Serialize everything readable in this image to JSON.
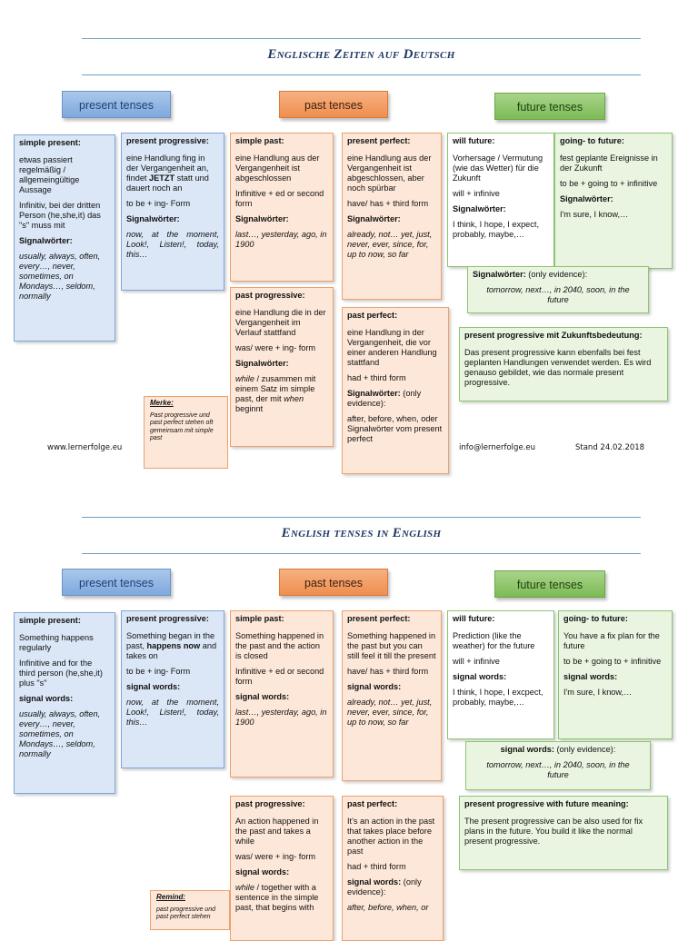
{
  "german": {
    "title": "Englische Zeiten auf Deutsch",
    "headers": {
      "present": "present tenses",
      "past": "past tenses",
      "future": "future tenses"
    },
    "simple_present": {
      "title": "simple present:",
      "desc": "etwas passiert regelmäßig / allgemeingültige Aussage",
      "form": "Infinitiv, bei der dritten Person (he,she,it) das \"s\" muss mit",
      "signal_label": "Signalwörter:",
      "signal": "usually, always, often, every…, never, sometimes, on Mondays…, seldom, normally"
    },
    "present_progressive": {
      "title": "present progressive:",
      "desc_a": "eine Handlung fing in der Vergangenheit an, findet ",
      "desc_em": "JETZT",
      "desc_b": " statt und dauert noch an",
      "form": "to be + ing- Form",
      "signal_label": "Signalwörter:",
      "signal": "now, at the moment, Look!, Listen!, today, this…"
    },
    "simple_past": {
      "title": "simple past:",
      "desc": "eine Handlung aus der Vergangenheit ist abgeschlossen",
      "form": "Infinitive + ed or second form",
      "signal_label": "Signalwörter:",
      "signal": "last…, yesterday, ago, in 1900"
    },
    "present_perfect": {
      "title": "present perfect:",
      "desc": "eine Handlung aus der Vergangenheit ist abgeschlossen, aber noch spürbar",
      "form": "have/ has + third form",
      "signal_label": "Signalwörter:",
      "signal": "already, not… yet, just, never, ever, since, for, up to now, so far"
    },
    "will_future": {
      "title": "will future:",
      "desc": "Vorhersage / Vermutung (wie das Wetter) für die Zukunft",
      "form": "will + infinive",
      "signal_label": "Signalwörter:",
      "signal": "I think, I hope, I expect, probably, maybe,…"
    },
    "going_to_future": {
      "title": "going- to future:",
      "desc": "fest geplante Ereignisse in der Zukunft",
      "form": "to be + going to + infinitive",
      "signal_label": "Signalwörter:",
      "signal": "I'm sure, I know,…"
    },
    "future_evidence": {
      "label": "Signalwörter:",
      "label_rest": " (only evidence):",
      "signal": "tomorrow, next…, in 2040, soon, in the future"
    },
    "past_progressive": {
      "title": "past progressive:",
      "desc": "eine Handlung die in der Vergangenheit im Verlauf stattfand",
      "form": "was/ were + ing- form",
      "signal_label": "Signalwörter:",
      "signal_a": "while",
      "signal_b": " / zusammen mit einem Satz im simple past, der mit ",
      "signal_c": "when",
      "signal_d": " beginnt"
    },
    "past_perfect": {
      "title": "past perfect:",
      "desc": "eine Handlung in der Vergangenheit, die vor einer anderen Handlung stattfand",
      "form": "had + third form",
      "signal_label": "Signalwörter:",
      "signal_label_rest": " (only evidence):",
      "signal": "after, before, when, oder Signalwörter vom present perfect"
    },
    "present_progressive_future": {
      "title": "present progressive mit Zukunftsbedeutung:",
      "desc": "Das present progressive kann ebenfalls bei fest geplanten Handlungen verwendet werden. Es wird genauso gebildet, wie das normale present progressive."
    },
    "merke": {
      "title": "Merke:",
      "text": "Past progressive und past perfect stehen oft gemeinsam mit simple past"
    },
    "footer": {
      "website": "www.lernerfolge.eu",
      "email": "info@lernerfolge.eu",
      "date": "Stand 24.02.2018"
    }
  },
  "english": {
    "title": "English tenses in English",
    "headers": {
      "present": "present tenses",
      "past": "past tenses",
      "future": "future tenses"
    },
    "simple_present": {
      "title": "simple present:",
      "desc": "Something happens regularly",
      "form": "Infinitive and for the third person (he,she,it) plus \"s\"",
      "signal_label": "signal words:",
      "signal": "usually, always, often, every…, never, sometimes, on Mondays…, seldom, normally"
    },
    "present_progressive": {
      "title": "present progressive:",
      "desc_a": "Something began in the past, ",
      "desc_em": "happens now",
      "desc_b": " and takes on",
      "form": "to be + ing- Form",
      "signal_label": "signal words:",
      "signal": "now, at the moment, Look!, Listen!, today, this…"
    },
    "simple_past": {
      "title": "simple past:",
      "desc": "Something happened in the past and the action is closed",
      "form": "Infinitive + ed or second form",
      "signal_label": "signal words:",
      "signal": "last…, yesterday, ago, in 1900"
    },
    "present_perfect": {
      "title": "present perfect:",
      "desc": "Something happened in the past but you can still feel it till the present",
      "form": "have/ has + third form",
      "signal_label": "signal words:",
      "signal": "already, not… yet, just, never, ever, since, for, up to now, so far"
    },
    "will_future": {
      "title": "will future:",
      "desc": "Prediction (like the weather) for the future",
      "form": "will + infinive",
      "signal_label": "signal words:",
      "signal": "I think, I hope, I excpect, probably, maybe,…"
    },
    "going_to_future": {
      "title": "going- to future:",
      "desc": "You have a fix plan for the future",
      "form": "to be + going to + infinitive",
      "signal_label": "signal words:",
      "signal": "I'm sure, I know,…"
    },
    "future_evidence": {
      "label": "signal words:",
      "label_rest": " (only evidence):",
      "signal": "tomorrow, next…, in 2040, soon, in the future"
    },
    "past_progressive": {
      "title": "past progressive:",
      "desc": "An action happened in the past and takes a while",
      "form": "was/ were + ing- form",
      "signal_label": "signal words:",
      "signal_a": "while",
      "signal_b": " / together with a sentence in the simple past, that begins with"
    },
    "past_perfect": {
      "title": "past perfect:",
      "desc": "It's an action in the past that takes place before another action in the past",
      "form": "had + third form",
      "signal_label": "signal words:",
      "signal_label_rest": " (only evidence):",
      "signal": "after, before, when, or"
    },
    "present_progressive_future": {
      "title": "present progressive with future meaning:",
      "desc": "The present progressive can be also used for fix plans in the future. You build it like the normal present progressive."
    },
    "merke": {
      "title": "Remind:",
      "text": "past progressive und past perfect stehen"
    }
  }
}
